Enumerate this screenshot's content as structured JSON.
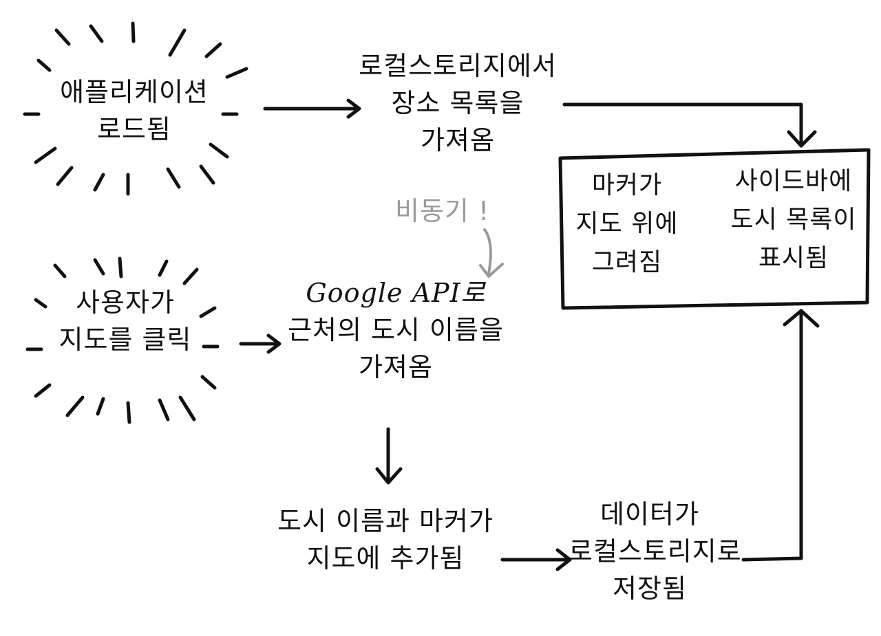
{
  "start_events": {
    "app_loaded": [
      "애플리케이션",
      "로드됨"
    ],
    "user_clicks_map": [
      "사용자가",
      "지도를 클릭"
    ]
  },
  "steps": {
    "load_from_storage": [
      "로컬스토리지에서",
      "장소 목록을",
      "가져옴"
    ],
    "async_note": "비동기 !",
    "fetch_city_name": [
      "Google API로",
      "근처의 도시 이름을",
      "가져옴"
    ],
    "add_to_map": [
      "도시 이름과 마커가",
      "지도에 추가됨"
    ],
    "save_to_storage": [
      "데이터가",
      "로컬스토리지로",
      "저장됨"
    ]
  },
  "result_box": {
    "markers": [
      "마커가",
      "지도 위에",
      "그려짐"
    ],
    "sidebar": [
      "사이드바에",
      "도시 목록이",
      "표시됨"
    ]
  },
  "colors": {
    "ink": "#111111",
    "note": "#9a9a9a",
    "background": "#ffffff"
  }
}
